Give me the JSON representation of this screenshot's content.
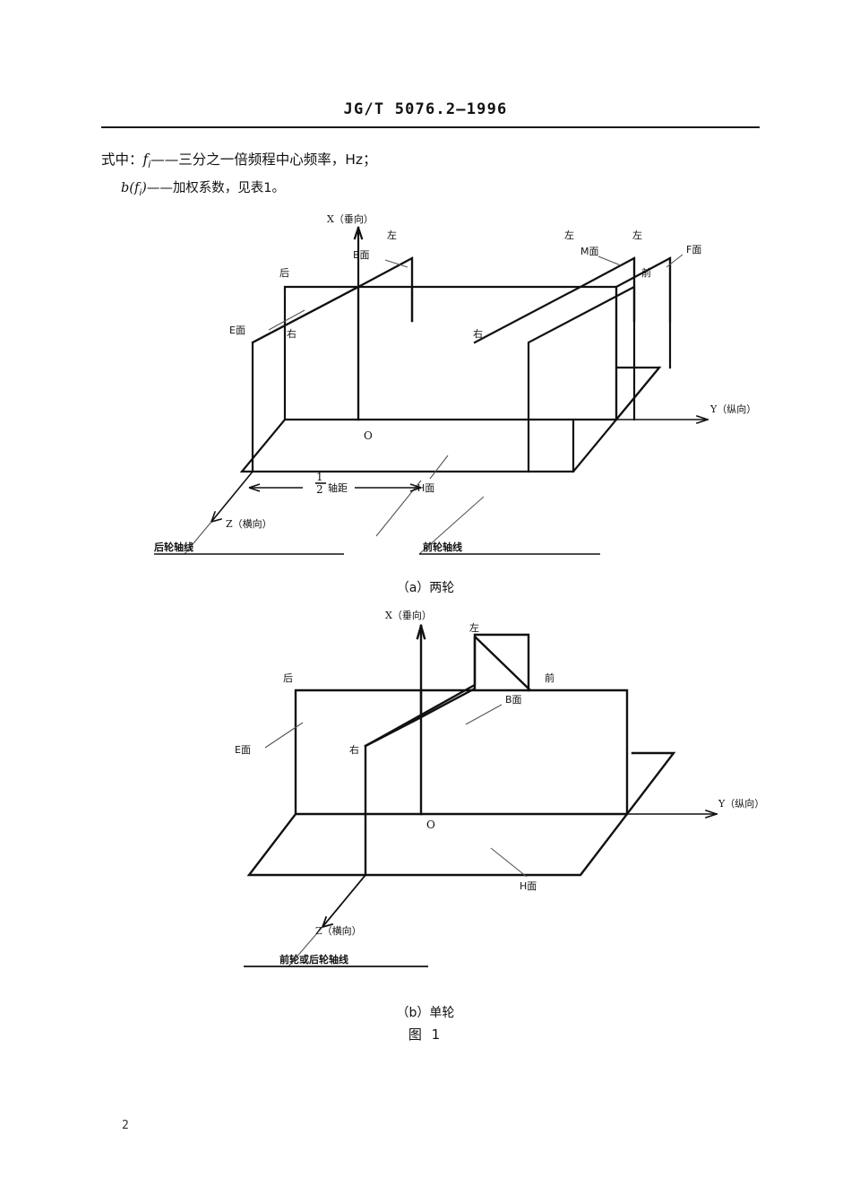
{
  "document": {
    "standard_header": "JG/T 5076.2—1996",
    "page_number": "2"
  },
  "formula_legend": {
    "line1_prefix": "式中：",
    "line1_symbol": "f",
    "line1_symbol_sub": "i",
    "line1_text": "——三分之一倍频程中心频率，Hz；",
    "line2_symbol": "b(f",
    "line2_symbol_sub": "i",
    "line2_symbol_close": ")",
    "line2_text": "——加权系数，见表1。"
  },
  "figure_a": {
    "caption": "（a）两轮",
    "axis_x": "X（垂向）",
    "axis_y": "Y（纵向）",
    "axis_z": "Z（横向）",
    "origin": "O",
    "plane_b": "B面",
    "plane_m": "M面",
    "plane_f": "F面",
    "plane_e": "E面",
    "plane_h": "H面",
    "dir_left_1": "左",
    "dir_left_2": "左",
    "dir_left_3": "左",
    "dir_right_1": "右",
    "dir_right_2": "右",
    "dir_back": "后",
    "dir_front": "前",
    "wheelbase_fraction_num": "1",
    "wheelbase_fraction_den": "2",
    "wheelbase_label": "轴距",
    "rear_axle_line": "后轮轴线",
    "front_axle_line": "前轮轴线"
  },
  "figure_b": {
    "caption": "（b）单轮",
    "axis_x": "X（垂向）",
    "axis_y": "Y（纵向）",
    "axis_z": "Z（横向）",
    "origin": "O",
    "plane_b": "B面",
    "plane_e": "E面",
    "plane_h": "H面",
    "dir_left": "左",
    "dir_right": "右",
    "dir_back": "后",
    "dir_front": "前",
    "axle_line": "前轮或后轮轴线"
  },
  "figure_title": "图 1",
  "colors": {
    "ink": "#111111",
    "page": "#ffffff"
  }
}
